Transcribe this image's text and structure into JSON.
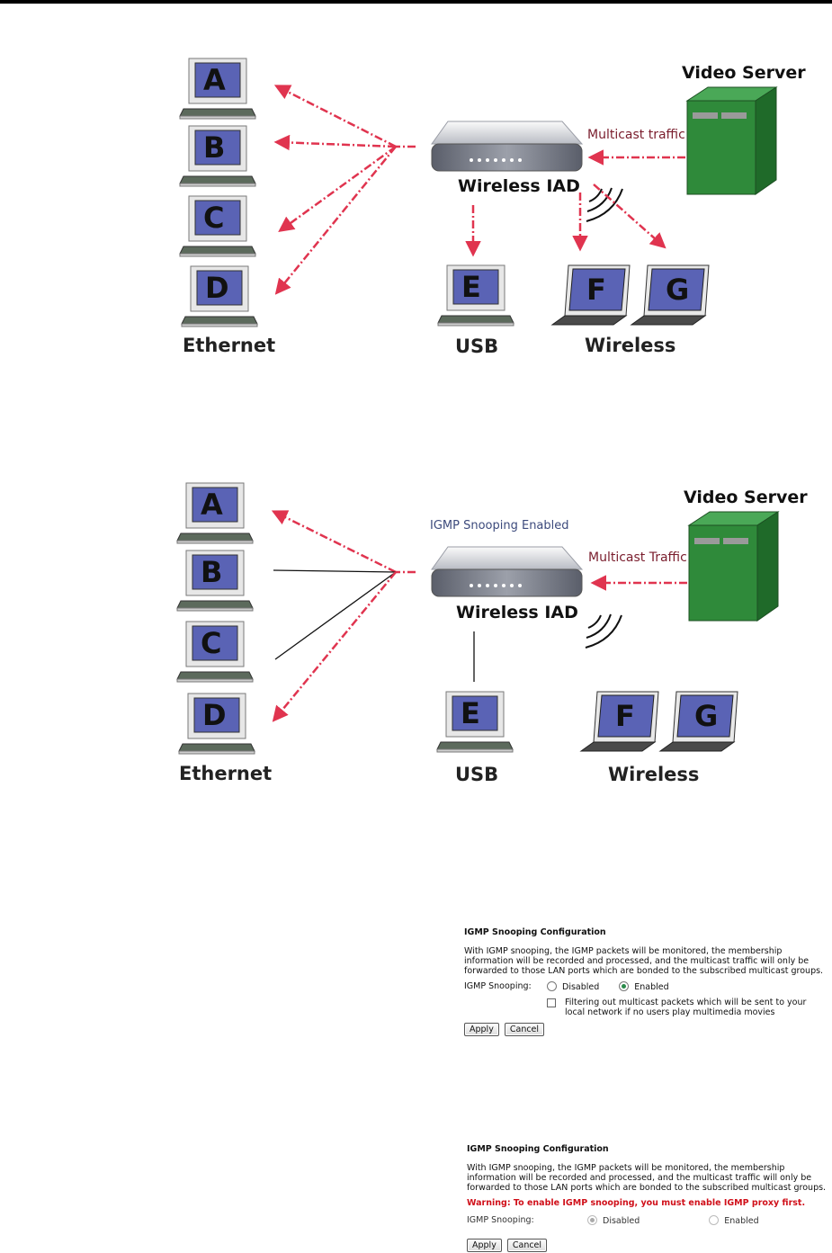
{
  "diagram1": {
    "pcs": [
      "A",
      "B",
      "C",
      "D"
    ],
    "usb_pc": "E",
    "laptops": [
      "F",
      "G"
    ],
    "ethernet_label": "Ethernet",
    "usb_label": "USB",
    "wireless_label": "Wireless",
    "iad_label": "Wireless IAD",
    "server_label": "Video Server",
    "traffic_label": "Multicast traffic"
  },
  "diagram2": {
    "pcs": [
      "A",
      "B",
      "C",
      "D"
    ],
    "usb_pc": "E",
    "laptops": [
      "F",
      "G"
    ],
    "ethernet_label": "Ethernet",
    "usb_label": "USB",
    "wireless_label": "Wireless",
    "iad_label": "Wireless IAD",
    "server_label": "Video Server",
    "traffic_label": "Multicast Traffic",
    "snooping_label": "IGMP Snooping Enabled"
  },
  "config1": {
    "title": "IGMP Snooping Configuration",
    "description": "With IGMP snooping, the IGMP packets will be monitored, the membership information will be recorded and processed, and the multicast traffic will only be forwarded to those LAN ports which are bonded to the subscribed multicast groups.",
    "field_label": "IGMP Snooping:",
    "option_disabled": "Disabled",
    "option_enabled": "Enabled",
    "selected": "Enabled",
    "filter_label": "Filtering out multicast packets which will be sent to your local network if no users play multimedia movies",
    "filter_checked": false,
    "apply_label": "Apply",
    "cancel_label": "Cancel"
  },
  "config2": {
    "title": "IGMP Snooping Configuration",
    "description": "With IGMP snooping, the IGMP packets will be monitored, the membership information will be recorded and processed, and the multicast traffic will only be forwarded to those LAN ports which are bonded to the subscribed multicast groups.",
    "warning": "Warning: To enable IGMP snooping, you must enable IGMP proxy first.",
    "field_label": "IGMP Snooping:",
    "option_disabled": "Disabled",
    "option_enabled": "Enabled",
    "selected": "Disabled",
    "apply_label": "Apply",
    "cancel_label": "Cancel"
  },
  "colors": {
    "arrow_red": "#e0344f",
    "server_green": "#2f8a3a",
    "screen_blue": "#5a63b5",
    "traffic_text": "#7a1d2d"
  }
}
